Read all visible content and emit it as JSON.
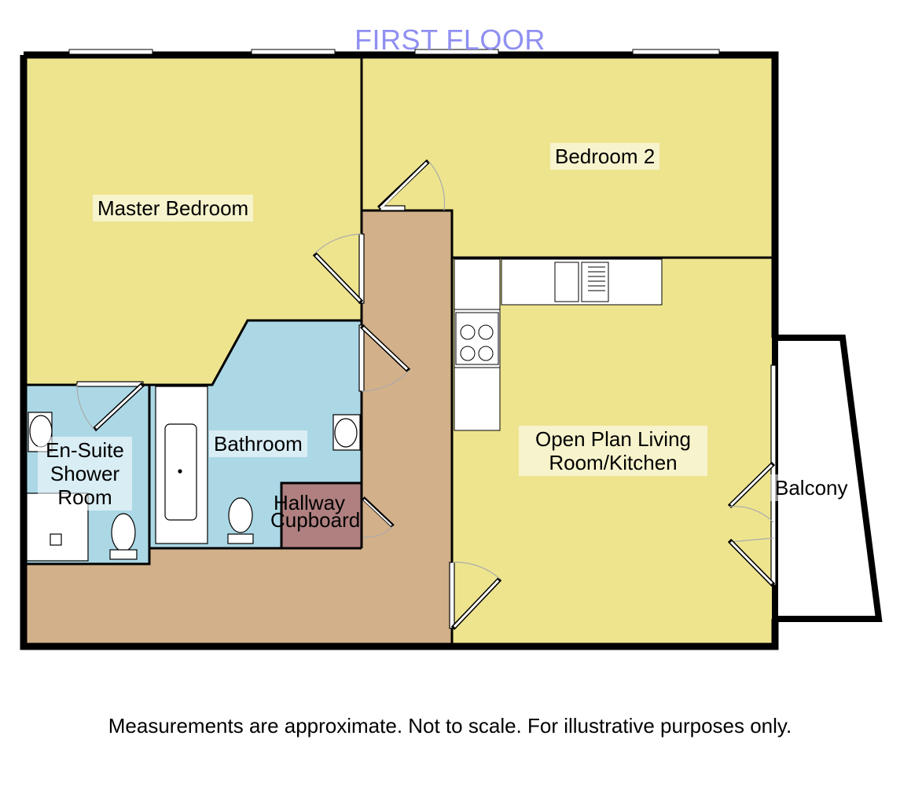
{
  "title": "FIRST FLOOR",
  "rooms": {
    "master_bedroom": "Master Bedroom",
    "bedroom_2": "Bedroom 2",
    "open_plan": "Open Plan Living Room/Kitchen",
    "bathroom": "Bathroom",
    "ensuite": "En-Suite Shower Room",
    "hallway": "Hallway",
    "cupboard": "Cupboard",
    "balcony": "Balcony"
  },
  "footer": "Measurements are approximate. Not to scale. For illustrative purposes only.",
  "colors": {
    "bedroom_fill": "#eee48e",
    "hallway_fill": "#d2b08a",
    "wet_room_fill": "#acd8e6",
    "cupboard_fill": "#b08080",
    "wall": "#000000",
    "title": "#8f8ff2"
  }
}
